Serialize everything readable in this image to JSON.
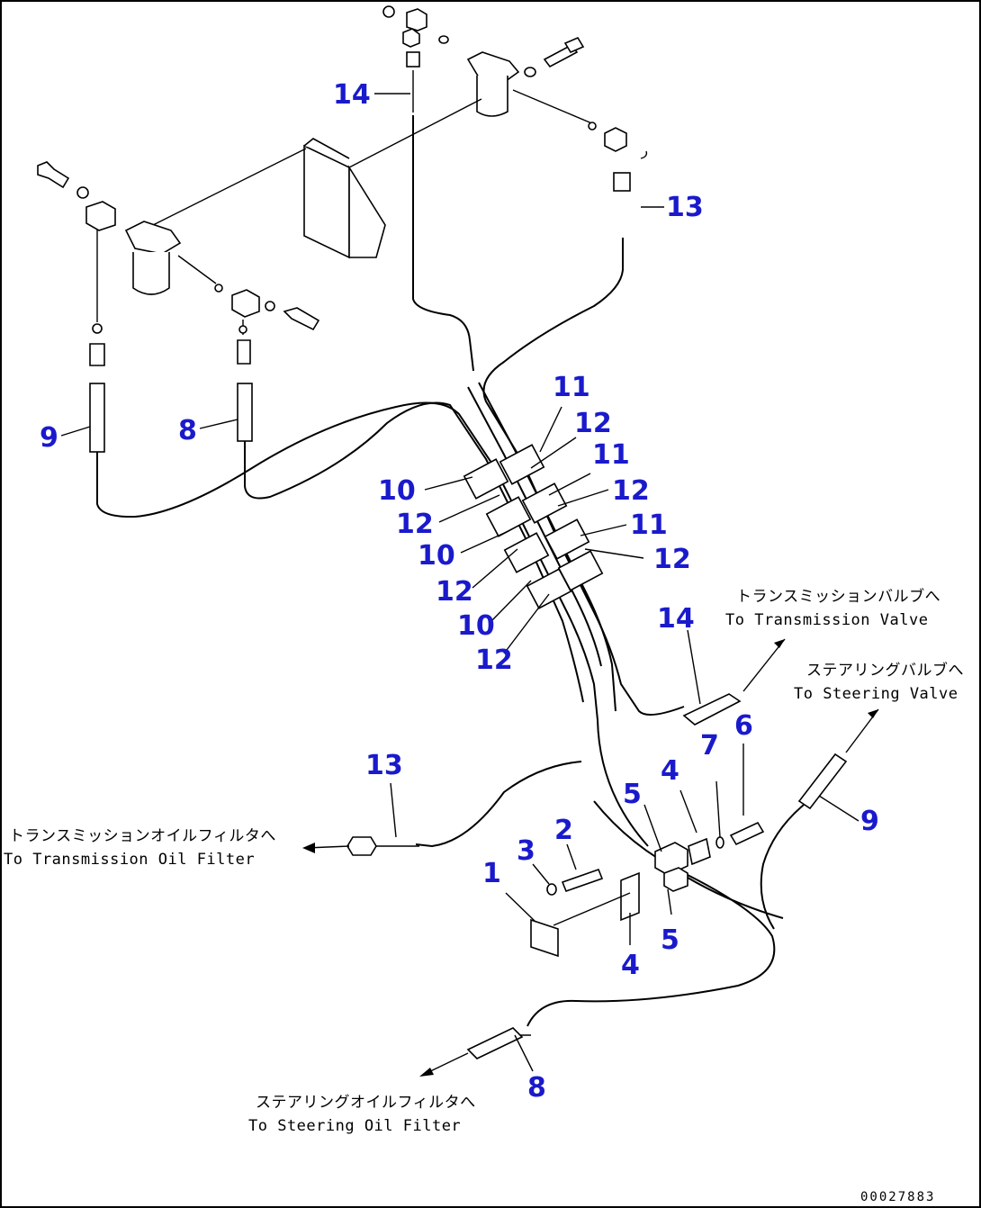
{
  "callouts": {
    "c14a": "14",
    "c13a": "13",
    "c9a": "9",
    "c8a": "8",
    "c11a": "11",
    "c12a": "12",
    "c11b": "11",
    "c10a": "10",
    "c12b": "12",
    "c12c": "12",
    "c11c": "11",
    "c12d": "12",
    "c10b": "10",
    "c12e": "12",
    "c10c": "10",
    "c12f": "12",
    "c14b": "14",
    "c6": "6",
    "c7": "7",
    "c4a": "4",
    "c13b": "13",
    "c5a": "5",
    "c3": "3",
    "c2": "2",
    "c1": "1",
    "c9b": "9",
    "c5b": "5",
    "c4b": "4",
    "c8b": "8"
  },
  "notes": {
    "trans_valve_jp": "トランスミッションバルブへ",
    "trans_valve_en": "To Transmission Valve",
    "steer_valve_jp": "ステアリングバルブへ",
    "steer_valve_en": "To Steering Valve",
    "trans_filter_jp": "トランスミッションオイルフィルタへ",
    "trans_filter_en": "To Transmission Oil Filter",
    "steer_filter_jp": "ステアリングオイルフィルタへ",
    "steer_filter_en": "To Steering Oil Filter"
  },
  "drawing_code": "00027883"
}
